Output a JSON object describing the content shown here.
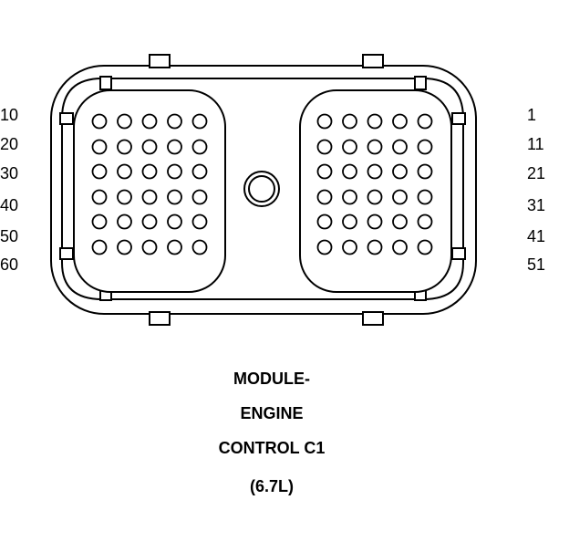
{
  "connector": {
    "left_labels": [
      "10",
      "20",
      "30",
      "40",
      "50",
      "60"
    ],
    "right_labels": [
      "1",
      "11",
      "21",
      "31",
      "41",
      "51"
    ],
    "rows": 6,
    "cols_per_block": 5
  },
  "caption": {
    "line1": "MODULE-",
    "line2": "ENGINE",
    "line3": "CONTROL C1",
    "line4": "(6.7L)"
  },
  "colors": {
    "stroke": "#000000",
    "background": "#ffffff"
  }
}
